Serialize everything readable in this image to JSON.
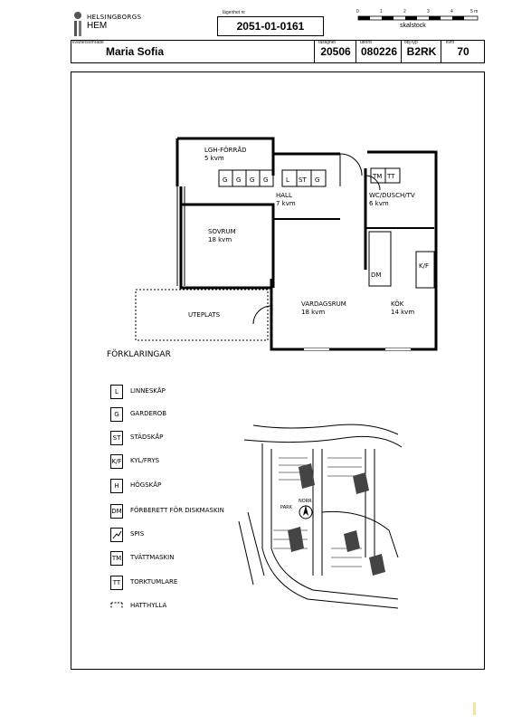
{
  "logo": {
    "brand": "HELSINGBORGS",
    "name": "HEM"
  },
  "header": {
    "apartment_label": "lägenhet nr",
    "apartment_no": "2051-01-0161",
    "scale_label": "skalstock",
    "scale_ticks": [
      "0",
      "1",
      "2",
      "3",
      "4",
      "5 m"
    ],
    "area_label": "kvartersområde",
    "area": "Maria Sofia",
    "property_label": "fastighet",
    "property": "20506",
    "extra_label": "utförd",
    "extra": "080226",
    "type_label": "obj typ",
    "type": "B2RK",
    "sqm_label": "kvm",
    "sqm": "70"
  },
  "plan": {
    "rooms": [
      {
        "name": "LGH-FÖRRÅD",
        "size": "5 kvm"
      },
      {
        "name": "HALL",
        "size": "7 kvm"
      },
      {
        "name": "WC/DUSCH/TV",
        "size": "6 kvm"
      },
      {
        "name": "SOVRUM",
        "size": "18 kvm"
      },
      {
        "name": "VARDAGSRUM",
        "size": "18 kvm"
      },
      {
        "name": "KÖK",
        "size": "14 kvm"
      },
      {
        "name": "UTEPLATS",
        "size": ""
      }
    ],
    "fixtures": [
      "G",
      "G",
      "G",
      "G",
      "L",
      "ST",
      "G",
      "TM",
      "TT",
      "DM",
      "K/F"
    ]
  },
  "legend": {
    "title": "FÖRKLARINGAR",
    "items": [
      {
        "symbol": "L",
        "label": "LINNESKÅP"
      },
      {
        "symbol": "G",
        "label": "GARDEROB"
      },
      {
        "symbol": "ST",
        "label": "STÄDSKÅP"
      },
      {
        "symbol": "K/F",
        "label": "KYL/FRYS"
      },
      {
        "symbol": "H",
        "label": "HÖGSKÅP"
      },
      {
        "symbol": "DM",
        "label": "FÖRBERETT FÖR DISKMASKIN"
      },
      {
        "symbol": "",
        "label": "SPIS"
      },
      {
        "symbol": "TM",
        "label": "TVÄTTMASKIN"
      },
      {
        "symbol": "TT",
        "label": "TORKTUMLARE"
      },
      {
        "symbol": "",
        "label": "HATTHYLLA"
      }
    ]
  },
  "map": {
    "park_label": "PARK",
    "north_label": "NORR"
  }
}
